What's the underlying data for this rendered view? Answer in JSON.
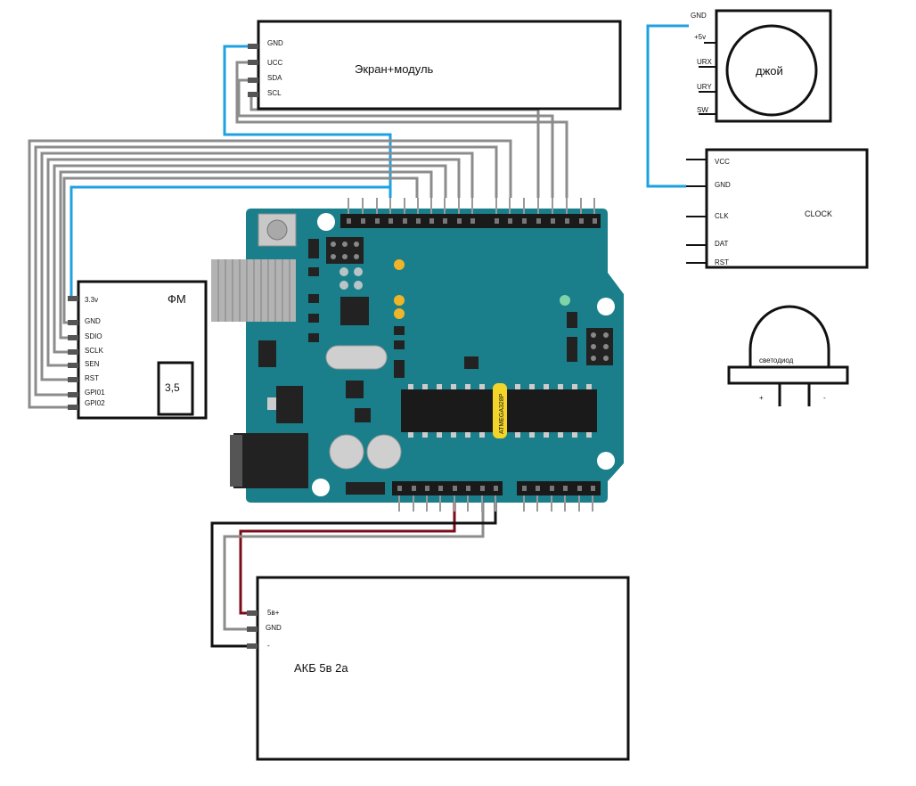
{
  "display": {
    "title": "Экран+модуль",
    "pins": [
      "GND",
      "UCC",
      "SDA",
      "SCL"
    ]
  },
  "joystick": {
    "title": "джой",
    "pins": [
      "GND",
      "+5v",
      "URX",
      "URY",
      "SW"
    ]
  },
  "clock": {
    "title": "CLOCK",
    "pins": [
      "VCC",
      "GND",
      "CLK",
      "DAT",
      "RST"
    ]
  },
  "fm": {
    "title": "ФМ",
    "jack": "3,5",
    "pins": [
      "3.3v",
      "GND",
      "SDIO",
      "SCLK",
      "SEN",
      "RST",
      "GPI01",
      "GPI02"
    ]
  },
  "led": {
    "title": "светодиод",
    "plus": "+",
    "minus": "-"
  },
  "battery": {
    "title": "АКБ 5в 2а",
    "pins": [
      "5в+",
      "GND",
      "-"
    ]
  },
  "board": {
    "chip": "ATMEGA328P"
  },
  "colors": {
    "board": "#1a7f8a",
    "wire_gray": "#8c8c8c",
    "wire_blue": "#1ea1e0",
    "wire_red": "#7a0d1a",
    "wire_black": "#111111"
  }
}
